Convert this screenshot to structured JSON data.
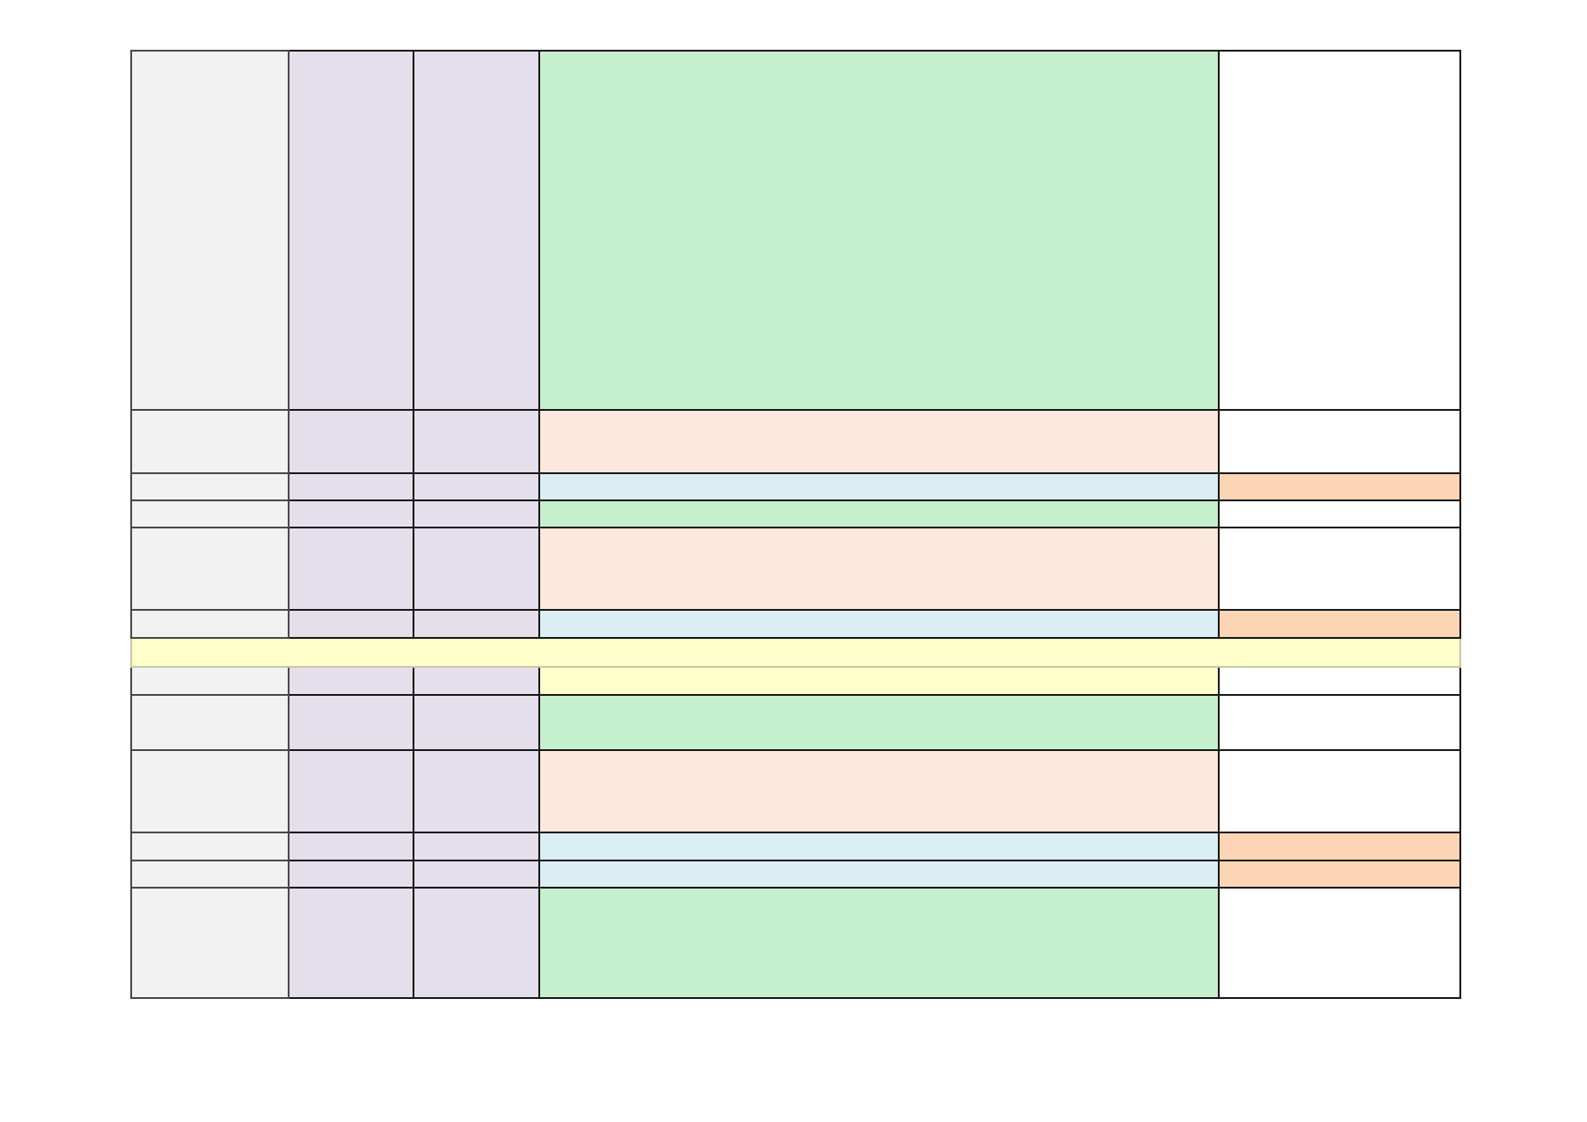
{
  "palette": {
    "gray": "#f2f2f2",
    "lavender": "#e5dfec",
    "green": "#c6efce",
    "peach": "#fce8dc",
    "lightblue": "#daeef3",
    "orange": "#fcd5b4",
    "yellow": "#ffffcc",
    "white": "#ffffff"
  },
  "table": {
    "rows": [
      {
        "type": "normal",
        "main_color": "green",
        "last_color": "white",
        "cells": [
          "",
          "",
          "",
          "",
          ""
        ]
      },
      {
        "type": "normal",
        "main_color": "peach",
        "last_color": "white",
        "cells": [
          "",
          "",
          "",
          "",
          ""
        ]
      },
      {
        "type": "normal",
        "main_color": "lightblue",
        "last_color": "orange",
        "cells": [
          "",
          "",
          "",
          "",
          ""
        ]
      },
      {
        "type": "normal",
        "main_color": "green",
        "last_color": "white",
        "cells": [
          "",
          "",
          "",
          "",
          ""
        ]
      },
      {
        "type": "normal",
        "main_color": "peach",
        "last_color": "white",
        "cells": [
          "",
          "",
          "",
          "",
          ""
        ]
      },
      {
        "type": "normal",
        "main_color": "lightblue",
        "last_color": "orange",
        "cells": [
          "",
          "",
          "",
          "",
          ""
        ]
      },
      {
        "type": "full",
        "color": "yellow",
        "text": ""
      },
      {
        "type": "normal",
        "main_color": "yellow",
        "last_color": "white",
        "cells": [
          "",
          "",
          "",
          "",
          ""
        ]
      },
      {
        "type": "normal",
        "main_color": "green",
        "last_color": "white",
        "cells": [
          "",
          "",
          "",
          "",
          ""
        ]
      },
      {
        "type": "normal",
        "main_color": "peach",
        "last_color": "white",
        "cells": [
          "",
          "",
          "",
          "",
          ""
        ]
      },
      {
        "type": "normal",
        "main_color": "lightblue",
        "last_color": "orange",
        "cells": [
          "",
          "",
          "",
          "",
          ""
        ]
      },
      {
        "type": "normal",
        "main_color": "lightblue",
        "last_color": "orange",
        "cells": [
          "",
          "",
          "",
          "",
          ""
        ]
      },
      {
        "type": "normal",
        "main_color": "green",
        "last_color": "white",
        "cells": [
          "",
          "",
          "",
          "",
          ""
        ]
      }
    ]
  }
}
